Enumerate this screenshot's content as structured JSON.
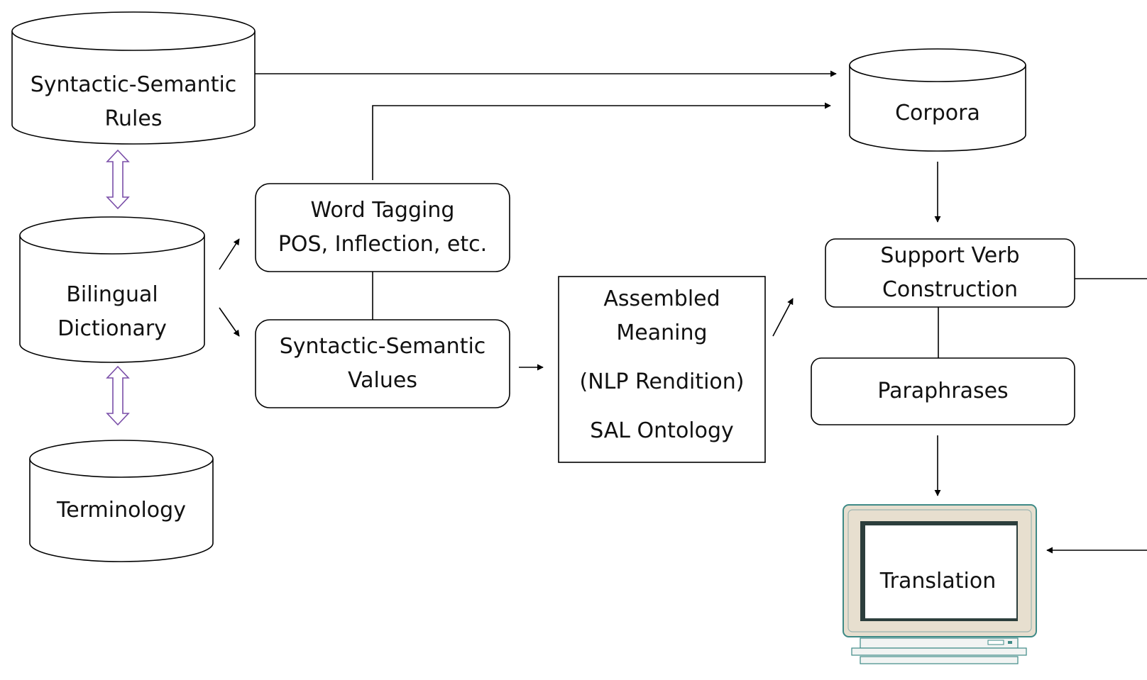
{
  "diagram": {
    "databases": {
      "rules": "Syntactic-Semantic\nRules",
      "dictionary": "Bilingual\nDictionary",
      "terminology": "Terminology",
      "corpora": "Corpora"
    },
    "boxes": {
      "word_tagging": "Word Tagging\nPOS, Inflection, etc.",
      "syn_sem_values": "Syntactic-Semantic\nValues",
      "assembled_1": "Assembled\nMeaning",
      "assembled_2": "(NLP Rendition)",
      "assembled_3": "SAL Ontology",
      "support_verb": "Support Verb\nConstruction",
      "paraphrases": "Paraphrases"
    },
    "output": {
      "translation": "Translation"
    }
  },
  "colors": {
    "stroke": "#000000",
    "double_arrow": "#7a4ea8",
    "monitor_bezel": "#e7dfcf",
    "monitor_edge": "#3e8a86"
  }
}
